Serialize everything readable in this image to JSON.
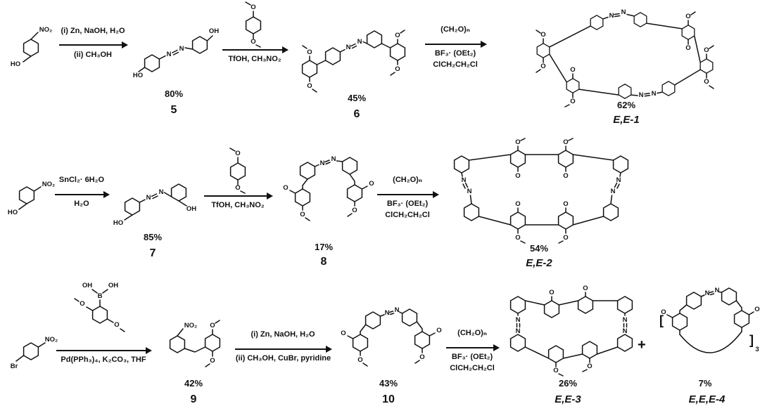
{
  "atoms": {
    "no2": "NO₂",
    "ho": "HO",
    "oh": "OH",
    "o": "O",
    "n": "N",
    "br": "Br",
    "b": "B",
    "sub3": "3",
    "lbracket": "[",
    "rbracket": "]"
  },
  "row1": {
    "step1_above": "(i) Zn, NaOH, H₂O",
    "step1_below": "(ii) CH₃OH",
    "c5_yield": "80%",
    "c5_num": "5",
    "step2_below": "TfOH, CH₃NO₂",
    "c6_yield": "45%",
    "c6_num": "6",
    "step3_l1": "(CH₂O)ₙ",
    "step3_l2": "BF₃· (OEt₂)",
    "step3_l3": "ClCH₂CH₂Cl",
    "p_yield": "62%",
    "p_label": "E,E-1"
  },
  "row2": {
    "step1_above": "SnCl₂· 6H₂O",
    "step1_below": "H₂O",
    "c7_yield": "85%",
    "c7_num": "7",
    "step2_below": "TfOH, CH₃NO₂",
    "c8_yield": "17%",
    "c8_num": "8",
    "step3_l1": "(CH₂O)ₙ",
    "step3_l2": "BF₃· (OEt₂)",
    "step3_l3": "ClCH₂CH₂Cl",
    "p_yield": "54%",
    "p_label": "E,E-2"
  },
  "row3": {
    "step1_below": "Pd(PPh₃)₄, K₂CO₃, THF",
    "c9_yield": "42%",
    "c9_num": "9",
    "step2_above": "(i) Zn, NaOH, H₂O",
    "step2_below": "(ii) CH₃OH, CuBr, pyridine",
    "c10_yield": "43%",
    "c10_num": "10",
    "step3_l1": "(CH₂O)ₙ",
    "step3_l2": "BF₃· (OEt₂)",
    "step3_l3": "ClCH₂CH₂Cl",
    "p1_yield": "26%",
    "p1_label": "E,E-3",
    "plus": "+",
    "p2_yield": "7%",
    "p2_label": "E,E,E-4"
  }
}
